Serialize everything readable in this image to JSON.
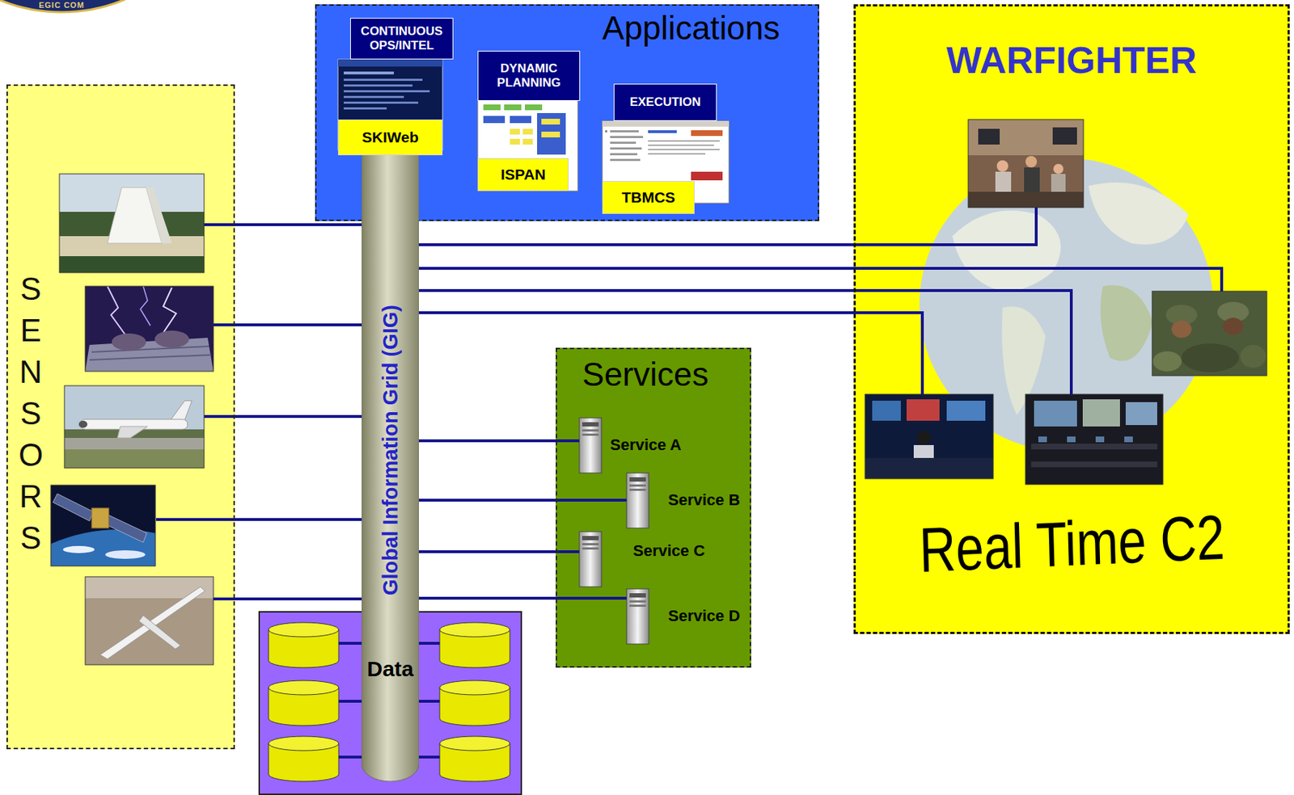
{
  "diagram": {
    "nodes": [
      {
        "text": [
          "SENSORS"
        ]
      },
      {
        "text": [
          "Applications"
        ]
      },
      {
        "text": [
          "CONTINUOUS OPS/INTEL",
          "SKIWeb"
        ],
        "in": 1
      },
      {
        "text": [
          "DYNAMIC PLANNING",
          "ISPAN"
        ],
        "in": 1
      },
      {
        "text": [
          "EXECUTION",
          "TBMCS"
        ],
        "in": 1
      },
      {
        "text": [
          "Data"
        ]
      },
      {
        "text": [
          "Global Information Grid (GIG)"
        ]
      },
      {
        "text": [
          "Services"
        ]
      },
      {
        "text": [
          "Service A"
        ],
        "in": 7
      },
      {
        "text": [
          "Service B"
        ],
        "in": 7
      },
      {
        "text": [
          "Service C"
        ],
        "in": 7
      },
      {
        "text": [
          "Service D"
        ],
        "in": 7
      },
      {
        "text": [
          "WARFIGHTER",
          "Real Time C2"
        ]
      }
    ],
    "edges": [
      {
        "from": 0,
        "to": 6,
        "arrow": "none"
      },
      {
        "from": 6,
        "to": 8,
        "arrow": "none"
      },
      {
        "from": 6,
        "to": 9,
        "arrow": "none"
      },
      {
        "from": 6,
        "to": 10,
        "arrow": "none"
      },
      {
        "from": 6,
        "to": 11,
        "arrow": "none"
      },
      {
        "from": 6,
        "to": 12,
        "arrow": "none"
      }
    ],
    "labels": [
      "EGIC COM"
    ]
  }
}
